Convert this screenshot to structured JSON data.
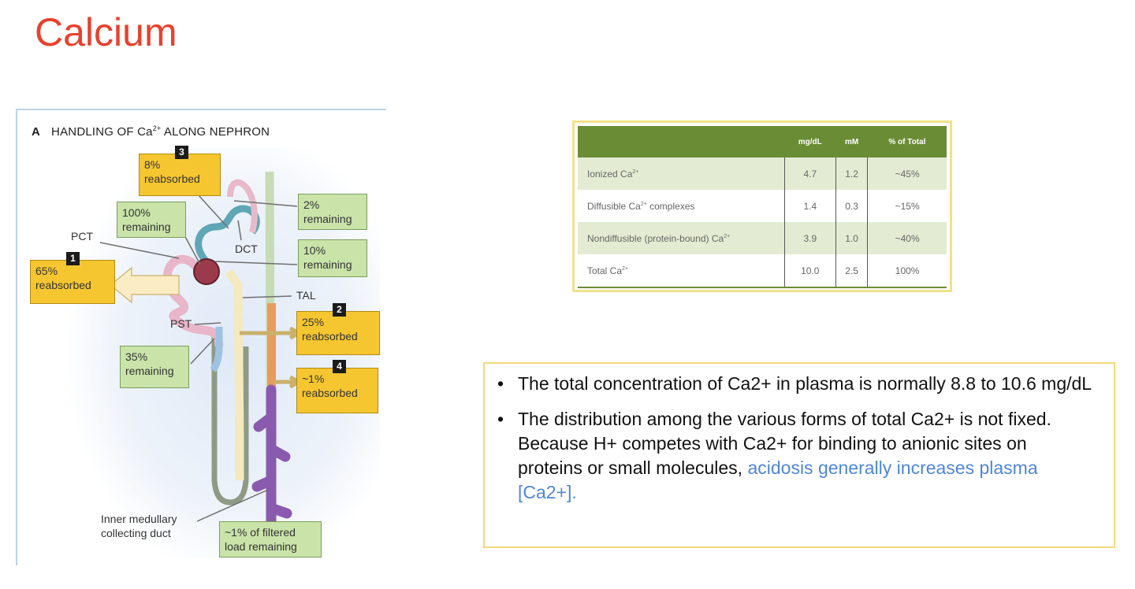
{
  "slide": {
    "title": "Calcium"
  },
  "figure": {
    "panel": "A",
    "title": "HANDLING OF Ca",
    "title_sup": "2+",
    "title_rest": " ALONG NEPHRON",
    "segment_labels": {
      "pct": "PCT",
      "dct": "DCT",
      "tal": "TAL",
      "pst": "PST",
      "imcd_line1": "Inner medullary",
      "imcd_line2": "collecting duct"
    },
    "boxes": {
      "b3": {
        "badge": "3",
        "line1": "8%",
        "line2": "reabsorbed"
      },
      "b100": {
        "line1": "100%",
        "line2": "remaining"
      },
      "b1": {
        "badge": "1",
        "line1": "65%",
        "line2": "reabsorbed"
      },
      "b2rem": {
        "line1": "2%",
        "line2": "remaining"
      },
      "b10": {
        "line1": "10%",
        "line2": "remaining"
      },
      "b2": {
        "badge": "2",
        "line1": "25%",
        "line2": "reabsorbed"
      },
      "b35": {
        "line1": "35%",
        "line2": "remaining"
      },
      "b4": {
        "badge": "4",
        "line1": "~1%",
        "line2": "reabsorbed"
      },
      "bfinal": {
        "line1": "~1% of filtered",
        "line2": "load remaining"
      }
    }
  },
  "table": {
    "headers": [
      "",
      "mg/dL",
      "mM",
      "% of Total"
    ],
    "rows": [
      {
        "label": "Ionized Ca",
        "sup": "2+",
        "mgdl": "4.7",
        "mm": "1.2",
        "pct": "~45%"
      },
      {
        "label": "Diffusible Ca",
        "sup": "2+",
        "suffix": " complexes",
        "mgdl": "1.4",
        "mm": "0.3",
        "pct": "~15%"
      },
      {
        "label": "Nondiffusible (protein-bound) Ca",
        "sup": "2+",
        "mgdl": "3.9",
        "mm": "1.0",
        "pct": "~40%"
      },
      {
        "label": "Total Ca",
        "sup": "2+",
        "mgdl": "10.0",
        "mm": "2.5",
        "pct": "100%"
      }
    ]
  },
  "bullets": {
    "b1": "The total concentration of Ca2+ in plasma is normally 8.8 to 10.6 mg/dL",
    "b2_text": "The distribution among the various forms of total Ca2+ is not fixed. Because H+ competes with Ca2+ for binding to anionic sites on proteins or small molecules, ",
    "b2_highlight": "acidosis generally increases plasma [Ca2+]."
  },
  "colors": {
    "title": "#e8412e",
    "table_header": "#6a8c34",
    "table_band": "#e3ecd3",
    "highlight": "#4f86d8",
    "reabsorbed_box": "#f6c630",
    "remaining_box": "#c9e3a9"
  }
}
